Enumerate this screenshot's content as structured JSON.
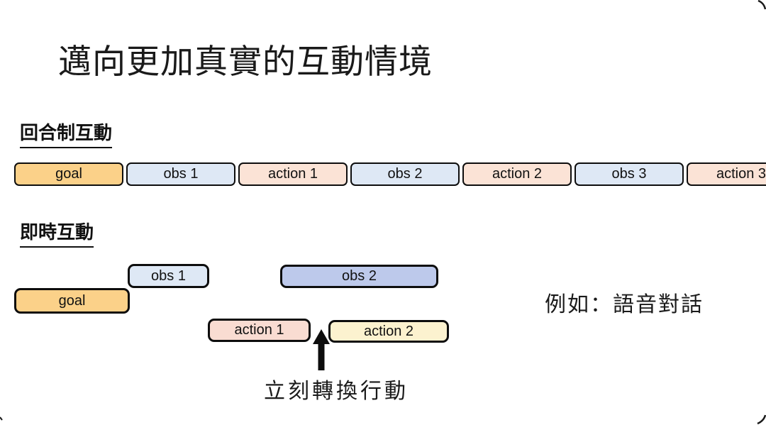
{
  "slide": {
    "title": "邁向更加真實的互動情境",
    "colors": {
      "goal": "#FBD189",
      "obs": "#DEE8F5",
      "action": "#FBE3D6",
      "obs_strong": "#BDC9EB",
      "action_pink": "#F9DCD2",
      "action_cream": "#FCF2CF",
      "outline": "#0D0D0D"
    },
    "sections": {
      "turn_based": {
        "heading": "回合制互動",
        "boxes": [
          {
            "label": "goal",
            "type": "goal"
          },
          {
            "label": "obs 1",
            "type": "obs"
          },
          {
            "label": "action 1",
            "type": "action"
          },
          {
            "label": "obs 2",
            "type": "obs"
          },
          {
            "label": "action 2",
            "type": "action"
          },
          {
            "label": "obs 3",
            "type": "obs"
          },
          {
            "label": "action 3",
            "type": "action"
          }
        ]
      },
      "realtime": {
        "heading": "即時互動",
        "goal_label": "goal",
        "obs1_label": "obs 1",
        "obs2_label": "obs 2",
        "action1_label": "action 1",
        "action2_label": "action 2",
        "arrow_label": "立刻轉換行動",
        "example_text": "例如：語音對話"
      }
    }
  }
}
